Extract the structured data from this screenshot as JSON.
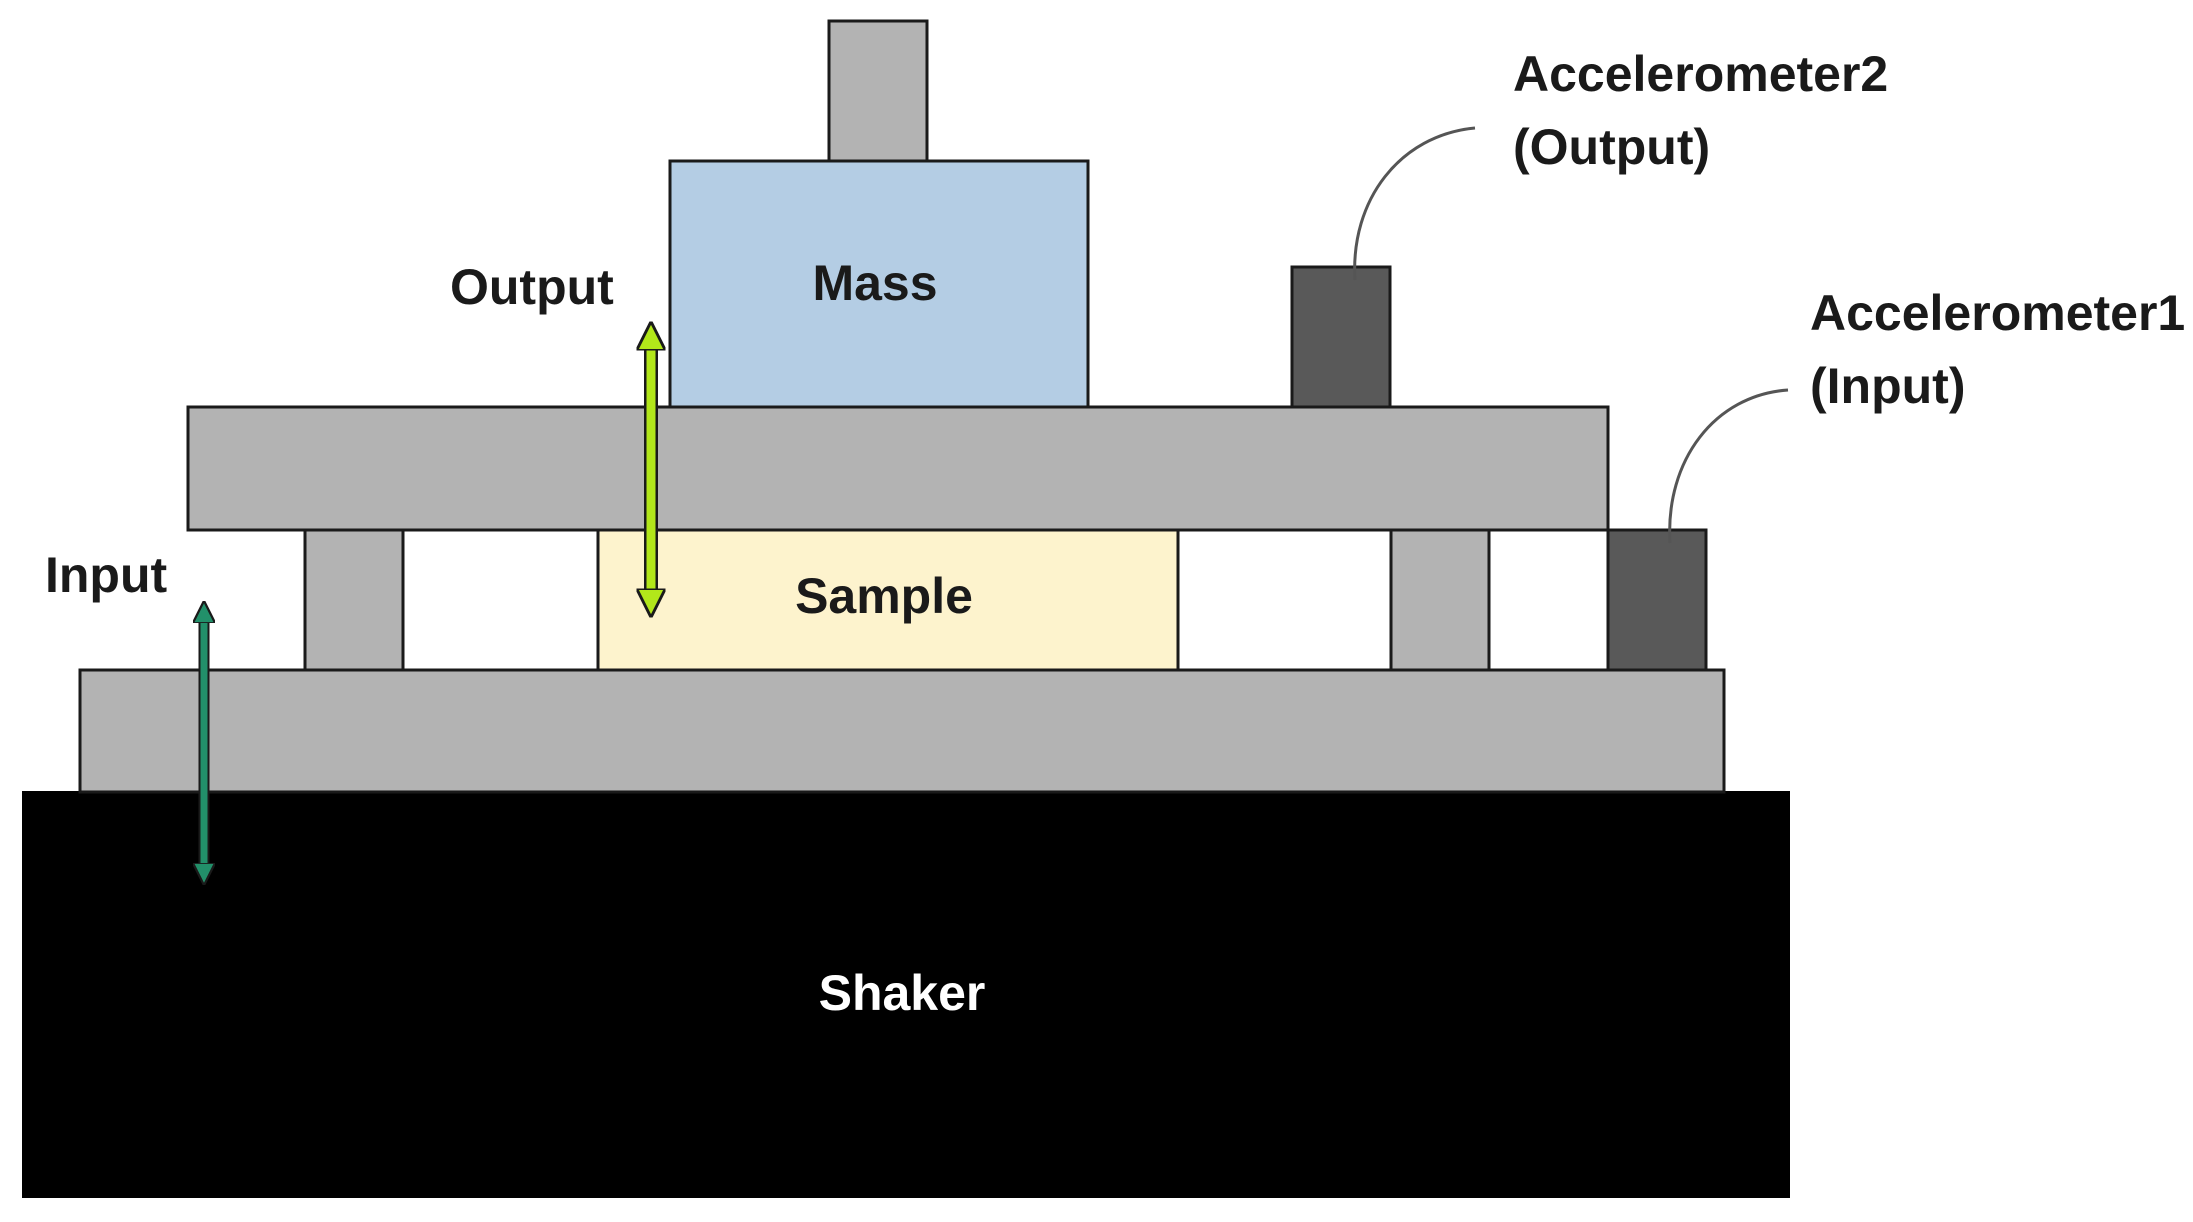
{
  "labels": {
    "mass": "Mass",
    "sample": "Sample",
    "shaker": "Shaker",
    "output": "Output",
    "input": "Input",
    "accelerometer2": "Accelerometer2",
    "accelerometer2_role": "(Output)",
    "accelerometer1": "Accelerometer1",
    "accelerometer1_role": "(Input)"
  },
  "colors": {
    "plate_gray": "#b3b3b3",
    "mass_blue": "#b4cde4",
    "sample_cream": "#fdf3cd",
    "accelerometer_dark": "#595959",
    "shaker_black": "#000000",
    "output_arrow": "#b2e71a",
    "input_arrow": "#22906a",
    "outline": "#1a1a1a",
    "cable": "#555555"
  }
}
